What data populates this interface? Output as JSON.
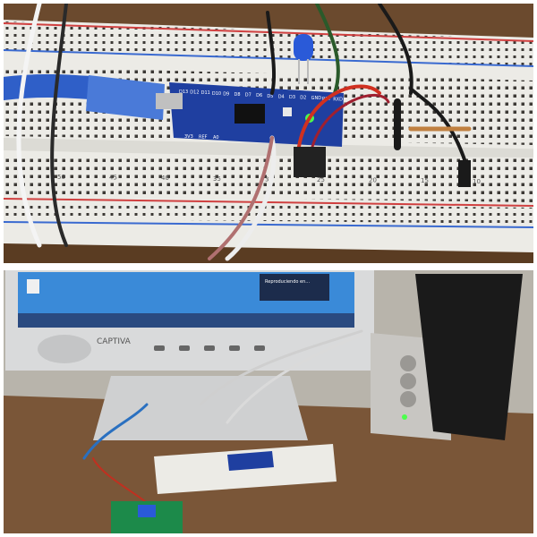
{
  "top_photo": {
    "board_pin_labels": [
      "D13",
      "D12",
      "D11",
      "D10",
      "D9",
      "D8",
      "D7",
      "D6",
      "D5",
      "D4",
      "D3",
      "D2",
      "GND",
      "RST",
      "RXD"
    ],
    "board_bottom_labels": [
      "3V3",
      "REF",
      "A0"
    ],
    "breadboard_numbers": [
      "50",
      "45",
      "40",
      "35",
      "30",
      "25",
      "20",
      "15",
      "10"
    ],
    "colors": {
      "breadboard": "#ecebe6",
      "rail_red": "#d04040",
      "rail_blue": "#3a6ad0",
      "board": "#1f3fa0",
      "usb_cable": "#2f5fc8",
      "led": "#2a5ad8",
      "table": "#6b4a2e"
    }
  },
  "bottom_photo": {
    "monitor_brand": "CAPTIVA",
    "screen_window_title": "Reproduciendo en...",
    "colors": {
      "monitor": "#d9dadb",
      "desktop": "#3a8ad8",
      "speaker": "#1a1a1a",
      "table": "#7a5638",
      "relay_module": "#1c8a4a"
    }
  }
}
